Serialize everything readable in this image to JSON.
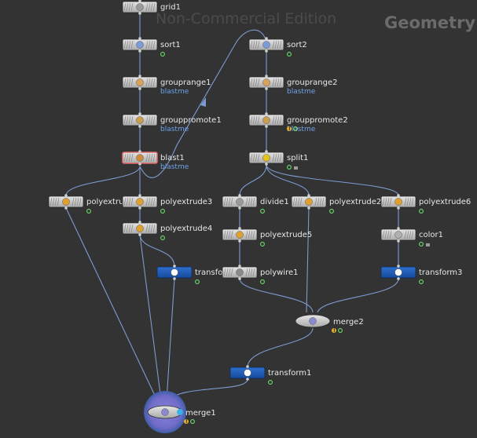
{
  "network": {
    "context_title": "Geometry",
    "watermark": "Non-Commercial Edition"
  },
  "nodes": [
    {
      "id": "grid1",
      "label": "grid1",
      "sub": "",
      "icon": "grid-icon",
      "color": "grey",
      "flags": []
    },
    {
      "id": "sort1",
      "label": "sort1",
      "sub": "",
      "icon": "sort-icon",
      "color": "grey",
      "flags": [
        "display"
      ]
    },
    {
      "id": "grouprange1",
      "label": "grouprange1",
      "sub": "blastme",
      "icon": "group-icon",
      "color": "grey",
      "flags": [
        "display"
      ]
    },
    {
      "id": "grouppromote1",
      "label": "grouppromote1",
      "sub": "blastme",
      "icon": "group-promote-icon",
      "color": "grey",
      "flags": [
        "display"
      ]
    },
    {
      "id": "blast1",
      "label": "blast1",
      "sub": "blastme",
      "icon": "blast-icon",
      "color": "grey",
      "flags": []
    },
    {
      "id": "polyextrude",
      "label": "polyextrud",
      "sub": "",
      "icon": "polyextrude-icon",
      "color": "grey",
      "flags": [
        "display"
      ]
    },
    {
      "id": "polyextrude3",
      "label": "polyextrude3",
      "sub": "",
      "icon": "polyextrude-icon",
      "color": "grey",
      "flags": [
        "display"
      ]
    },
    {
      "id": "polyextrude4",
      "label": "polyextrude4",
      "sub": "",
      "icon": "polyextrude-icon",
      "color": "grey",
      "flags": [
        "display"
      ]
    },
    {
      "id": "transform_left",
      "label": "transfor",
      "sub": "",
      "icon": "transform-icon",
      "color": "blue",
      "flags": [
        "display"
      ]
    },
    {
      "id": "sort2",
      "label": "sort2",
      "sub": "",
      "icon": "sort-icon",
      "color": "grey",
      "flags": [
        "display"
      ]
    },
    {
      "id": "grouprange2",
      "label": "grouprange2",
      "sub": "blastme",
      "icon": "group-icon",
      "color": "grey",
      "flags": []
    },
    {
      "id": "grouppromote2",
      "label": "grouppromote2",
      "sub": "blastme",
      "icon": "group-promote-icon",
      "color": "grey",
      "flags": [
        "warning",
        "display"
      ]
    },
    {
      "id": "split1",
      "label": "split1",
      "sub": "",
      "icon": "split-icon",
      "color": "grey",
      "flags": [
        "display",
        "lock"
      ]
    },
    {
      "id": "divide1",
      "label": "divide1",
      "sub": "",
      "icon": "divide-icon",
      "color": "grey",
      "flags": [
        "display"
      ]
    },
    {
      "id": "polyextrude5",
      "label": "polyextrude5",
      "sub": "",
      "icon": "polyextrude-icon",
      "color": "grey",
      "flags": [
        "display"
      ]
    },
    {
      "id": "polywire1",
      "label": "polywire1",
      "sub": "",
      "icon": "polywire-icon",
      "color": "grey",
      "flags": [
        "display"
      ]
    },
    {
      "id": "polyextrude2",
      "label": "polyextrude2",
      "sub": "",
      "icon": "polyextrude-icon",
      "color": "grey",
      "flags": [
        "display"
      ]
    },
    {
      "id": "polyextrude6",
      "label": "polyextrude6",
      "sub": "",
      "icon": "polyextrude-icon",
      "color": "grey",
      "flags": [
        "display"
      ]
    },
    {
      "id": "color1",
      "label": "color1",
      "sub": "",
      "icon": "color-icon",
      "color": "grey",
      "flags": [
        "display",
        "lock"
      ]
    },
    {
      "id": "transform3",
      "label": "transform3",
      "sub": "",
      "icon": "transform-icon",
      "color": "blue",
      "flags": [
        "display"
      ]
    },
    {
      "id": "merge2",
      "label": "merge2",
      "sub": "",
      "icon": "merge-icon",
      "color": "grey",
      "flags": [
        "warning",
        "display"
      ]
    },
    {
      "id": "transform1",
      "label": "transform1",
      "sub": "",
      "icon": "transform-icon",
      "color": "blue",
      "flags": [
        "display"
      ]
    },
    {
      "id": "merge1",
      "label": "merge1",
      "sub": "",
      "icon": "merge-icon",
      "color": "grey",
      "flags": [
        "warning",
        "display"
      ]
    }
  ],
  "warning_glyph": "!"
}
